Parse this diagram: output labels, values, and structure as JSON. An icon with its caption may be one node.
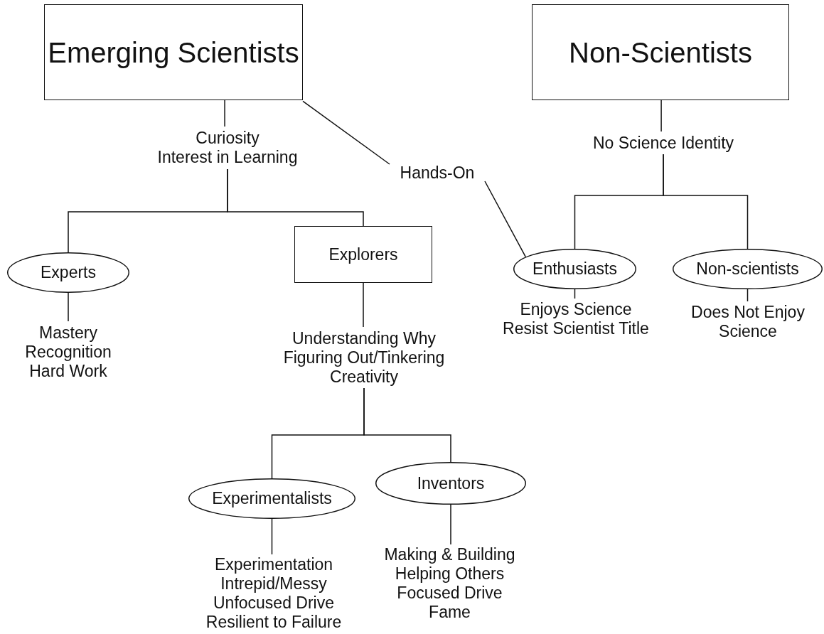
{
  "diagram": {
    "nodes": [
      {
        "text": [
          "Emerging Scientists"
        ]
      },
      {
        "text": [
          "Non-Scientists"
        ]
      },
      {
        "text": [
          "Curiosity",
          "Interest in Learning"
        ]
      },
      {
        "text": [
          "Hands-On"
        ]
      },
      {
        "text": [
          "No Science Identity"
        ]
      },
      {
        "text": [
          "Experts"
        ]
      },
      {
        "text": [
          "Explorers"
        ]
      },
      {
        "text": [
          "Enthusiasts"
        ]
      },
      {
        "text": [
          "Non-scientists"
        ]
      },
      {
        "text": [
          "Mastery",
          "Recognition",
          "Hard Work"
        ]
      },
      {
        "text": [
          "Understanding Why",
          "Figuring Out/Tinkering",
          "Creativity"
        ]
      },
      {
        "text": [
          "Enjoys Science",
          "Resist Scientist Title"
        ]
      },
      {
        "text": [
          "Does Not Enjoy Science"
        ]
      },
      {
        "text": [
          "Experimentalists"
        ]
      },
      {
        "text": [
          "Inventors"
        ]
      },
      {
        "text": [
          "Experimentation",
          "Intrepid/Messy",
          "Unfocused Drive",
          "Resilient to Failure"
        ]
      },
      {
        "text": [
          "Making & Building",
          "Helping Others",
          "Focused Drive",
          "Fame"
        ]
      }
    ],
    "edges": [
      {
        "from": 0,
        "to": 2,
        "arrow": "none"
      },
      {
        "from": 0,
        "to": 3,
        "arrow": "none"
      },
      {
        "from": 3,
        "to": 7,
        "arrow": "none"
      },
      {
        "from": 1,
        "to": 4,
        "arrow": "none"
      },
      {
        "from": 2,
        "to": 5,
        "arrow": "none"
      },
      {
        "from": 2,
        "to": 6,
        "arrow": "none"
      },
      {
        "from": 4,
        "to": 7,
        "arrow": "none"
      },
      {
        "from": 4,
        "to": 8,
        "arrow": "none"
      },
      {
        "from": 5,
        "to": 9,
        "arrow": "none"
      },
      {
        "from": 6,
        "to": 10,
        "arrow": "none"
      },
      {
        "from": 7,
        "to": 11,
        "arrow": "none"
      },
      {
        "from": 8,
        "to": 12,
        "arrow": "none"
      },
      {
        "from": 10,
        "to": 13,
        "arrow": "none"
      },
      {
        "from": 10,
        "to": 14,
        "arrow": "none"
      },
      {
        "from": 13,
        "to": 15,
        "arrow": "none"
      },
      {
        "from": 14,
        "to": 16,
        "arrow": "none"
      }
    ]
  }
}
